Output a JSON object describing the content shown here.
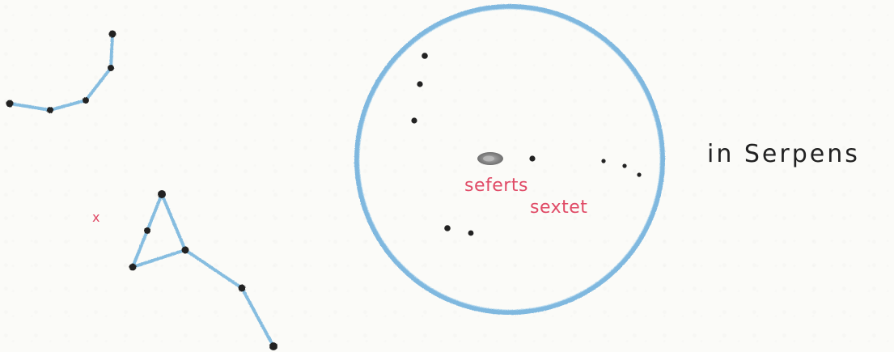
{
  "labels": {
    "group_name_line1": "seferts",
    "group_name_line2": "sextet",
    "location": "in Serpens",
    "marker": "x"
  },
  "colors": {
    "paper": "#fbfbf8",
    "outline_blue": "#7fb8df",
    "star_black": "#222222",
    "label_red": "#e04a66",
    "galaxy_gray": "#777777"
  },
  "icons": {
    "field_circle": "telescope-field-of-view-circle",
    "galaxy": "galaxy-smudge"
  }
}
